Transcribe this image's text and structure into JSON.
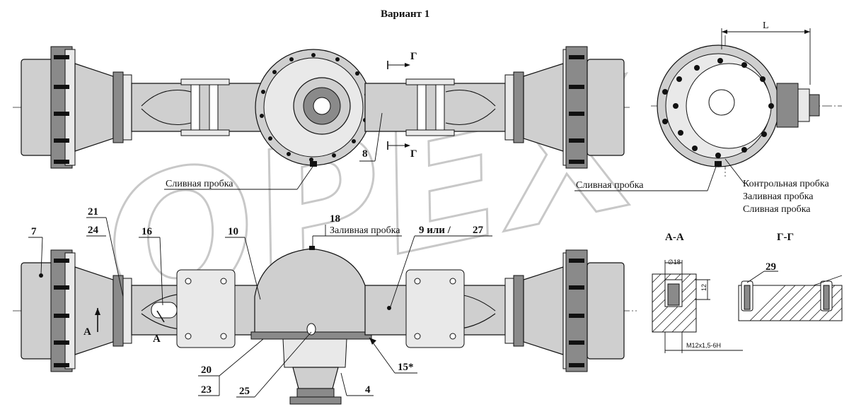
{
  "title": "Вариант 1",
  "watermark": "OPEX",
  "top_view": {
    "callout_8": "8",
    "section_mark": "Г",
    "drain_plug": "Сливная пробка"
  },
  "end_view": {
    "dimension_L": "L",
    "drain_plug": "Сливная пробка",
    "control_plug": "Контрольная пробка",
    "filler_plug": "Заливная пробка",
    "drain_plug_2": "Сливная пробка"
  },
  "front_view": {
    "callouts": {
      "n7": "7",
      "n21": "21",
      "n24": "24",
      "n16": "16",
      "n10": "10",
      "n18": "18",
      "n9": "9 или /",
      "n27": "27",
      "n20": "20",
      "n23": "23",
      "n25": "25",
      "n4": "4",
      "n15": "15*"
    },
    "filler_plug": "Заливная пробка",
    "section_letter": "А"
  },
  "section_aa": {
    "title": "А-А",
    "diameter": "∅18",
    "depth": "12",
    "thread": "M12x1,5-6H"
  },
  "section_gg": {
    "title": "Г-Г",
    "callout_29": "29"
  }
}
